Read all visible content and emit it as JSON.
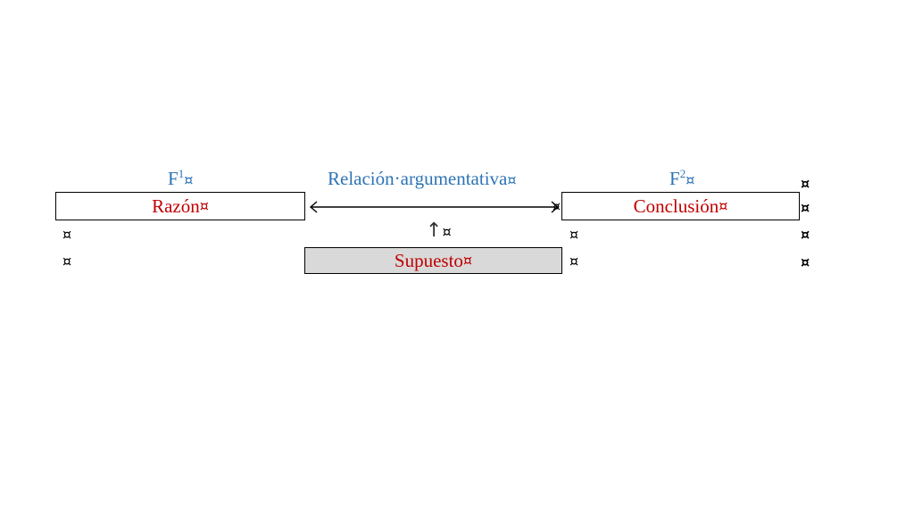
{
  "headers": {
    "f1_letter": "F",
    "f1_sup": "1",
    "f1_mark": "¤",
    "relation": "Relación·argumentativa",
    "relation_mark": "¤",
    "f2_letter": "F",
    "f2_sup": "2",
    "f2_mark": "¤"
  },
  "boxes": {
    "razon": "Razón",
    "razon_mark": "¤",
    "conclusion": "Conclusión",
    "conclusion_mark": "¤",
    "supuesto": "Supuesto",
    "supuesto_mark": "¤"
  },
  "arrows": {
    "up_arrow_glyph": "↑",
    "up_mark": "¤"
  },
  "cell_mark": "¤",
  "colors": {
    "header_blue": "#2e74b5",
    "label_red": "#c00000",
    "supuesto_fill": "#d9d9d9"
  }
}
